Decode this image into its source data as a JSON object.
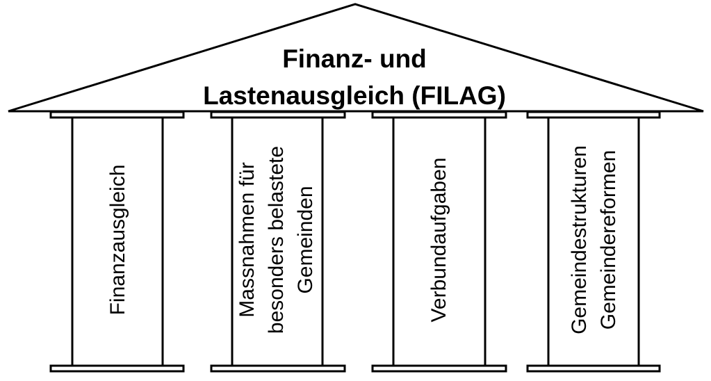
{
  "title": {
    "line1": "Finanz- und",
    "line2": "Lastenausgleich (FILAG)"
  },
  "pillars": [
    {
      "lines": [
        "Finanzausgleich"
      ]
    },
    {
      "lines": [
        "Massnahmen für",
        "besonders belastete",
        "Gemeinden"
      ]
    },
    {
      "lines": [
        "Verbundaufgaben"
      ]
    },
    {
      "lines": [
        "Gemeindestrukturen",
        "Gemeindereformen"
      ]
    }
  ],
  "colors": {
    "stroke": "#000000",
    "background": "#ffffff"
  }
}
